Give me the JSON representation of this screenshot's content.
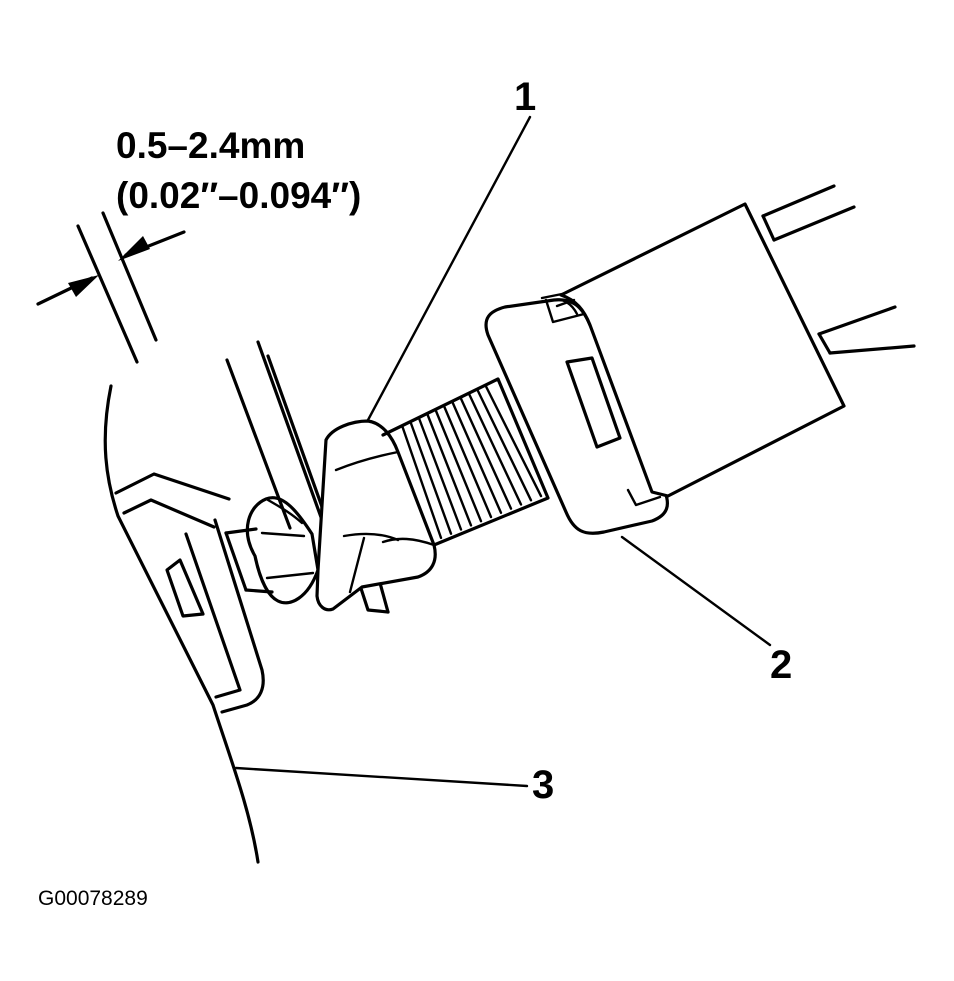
{
  "dimension": {
    "metric": "0.5–2.4mm",
    "imperial": "(0.02″–0.094″)"
  },
  "callouts": [
    {
      "id": "1"
    },
    {
      "id": "2"
    },
    {
      "id": "3"
    }
  ],
  "figure_id": "G00078289",
  "colors": {
    "ink": "#000000",
    "paper": "#ffffff"
  }
}
